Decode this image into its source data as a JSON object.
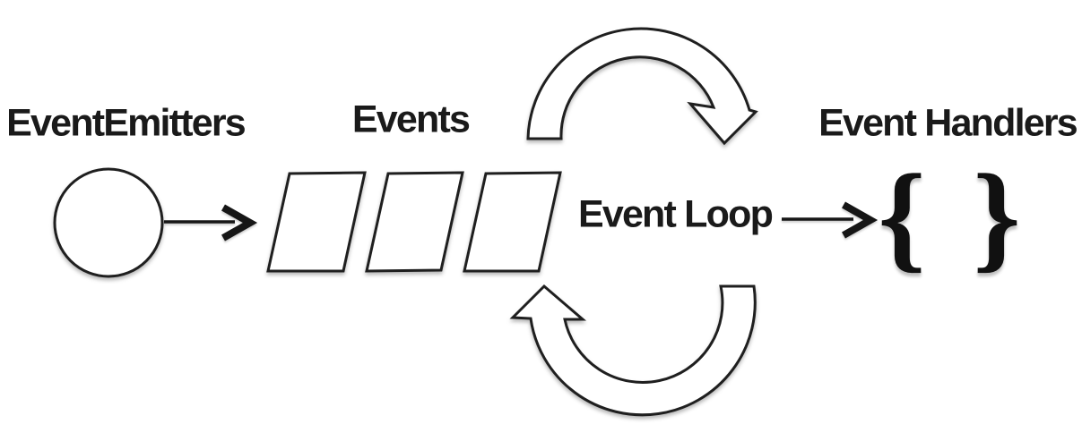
{
  "diagram": {
    "title_concept": "Event loop diagram",
    "background_color": "#ffffff",
    "stroke_color": "#1f1f1f",
    "text_color": "#1a1a1a",
    "labels": {
      "event_emitters": "EventEmitters",
      "events": "Events",
      "event_loop": "Event Loop",
      "event_handlers": "Event Handlers"
    },
    "symbols": {
      "open_brace": "{",
      "close_brace": "}"
    },
    "nodes": [
      {
        "name": "emitter-circle",
        "shape": "circle"
      },
      {
        "name": "event-queue",
        "shape": "three-parallelograms"
      },
      {
        "name": "event-loop-cycle",
        "shape": "two-curved-arrows"
      },
      {
        "name": "handler-braces",
        "shape": "curly-braces"
      }
    ],
    "flow": [
      "EventEmitters -> Events",
      "Events -> Event Loop",
      "Event Loop -> Event Handlers"
    ]
  }
}
